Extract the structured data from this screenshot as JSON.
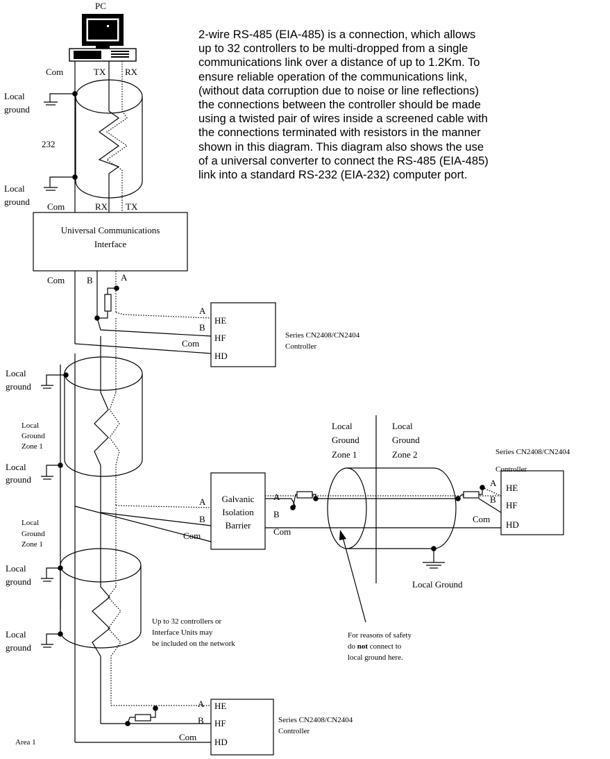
{
  "intro_lines": [
    "2-wire RS-485 (EIA-485) is a connection, which allows",
    "up to 32 controllers to be multi-dropped from a single",
    "communications link over a distance of up to 1.2Km.  To",
    "ensure reliable operation of the communications link,",
    "(without data corruption due to noise or line reflections)",
    "the connections between the controller should be made",
    "using a twisted pair of wires inside a screened cable with",
    "the connections terminated with resistors in the manner",
    "shown in this diagram.  This diagram also shows the use",
    "of a universal converter to connect the RS-485 (EIA-485)",
    "link into a standard RS-232 (EIA-232) computer port."
  ],
  "pc": {
    "label": "PC"
  },
  "rs232": {
    "top_labels": {
      "com": "Com",
      "tx": "TX",
      "rx": "RX"
    },
    "bottom_labels": {
      "com": "Com",
      "rx": "RX",
      "tx": "TX"
    },
    "cable_label": "232"
  },
  "uci": {
    "line1": "Universal Communications",
    "line2": "Interface",
    "out_labels": {
      "com": "Com",
      "b": "B",
      "a": "A"
    }
  },
  "local_ground": {
    "line1": "Local",
    "line2": "ground"
  },
  "zone1": {
    "line1": "Local",
    "line2": "Ground",
    "line3": "Zone 1"
  },
  "zone2": {
    "line1": "Local",
    "line2": "Ground",
    "line3": "Zone 2"
  },
  "controller": {
    "series_label": "Series CN2408/CN2404",
    "controller_label": "Controller",
    "terminals": {
      "he": "HE",
      "hf": "HF",
      "hd": "HD"
    }
  },
  "wire_labels": {
    "a": "A",
    "b": "B",
    "com": "Com"
  },
  "barrier": {
    "line1": "Galvanic",
    "line2": "Isolation",
    "line3": "Barrier"
  },
  "local_ground_right": "Local Ground",
  "network_note": {
    "line1": "Up to 32 controllers or",
    "line2": "Interface Units may",
    "line3": "be included on the  network"
  },
  "safety_note": {
    "line1": "For reasons of safety",
    "line2_pre": "do ",
    "line2_bold": "not",
    "line2_post": " connect to",
    "line3": "local ground here."
  },
  "area_label": "Area 1"
}
